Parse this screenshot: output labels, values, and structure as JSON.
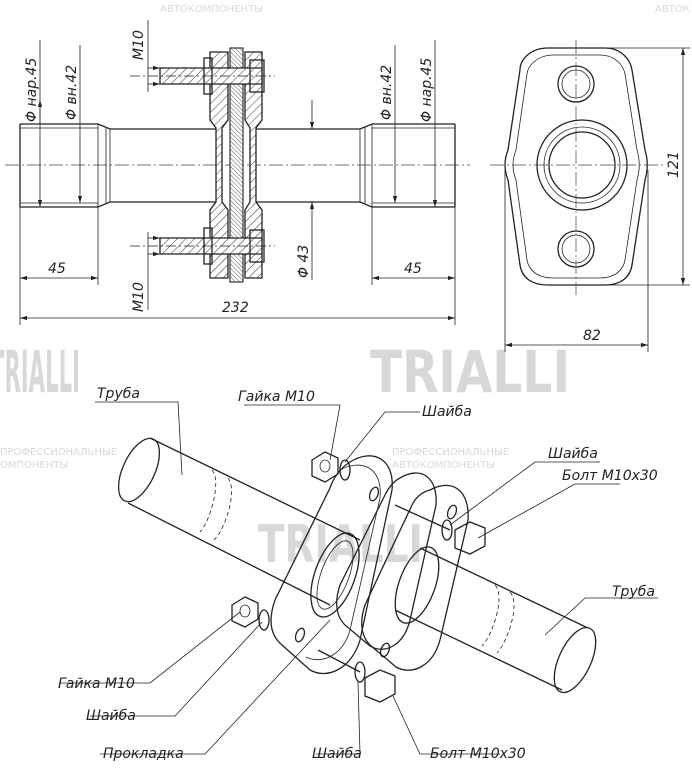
{
  "watermark": {
    "brand": "TRIALLI",
    "line1_top": "АВТОКОМПОНЕНТЫ",
    "line1_top_right": "АВТОК",
    "line_mid_left_1": "ПРОФЕССИОНАЛЬНЫЕ",
    "line_mid_left_2": "ОМПОНЕНТЫ",
    "line_mid_right_1": "ПРОФЕССИОНАЛЬНЫЕ",
    "line_mid_right_2": "АВТОКОМПОНЕНТЫ"
  },
  "dimensions": {
    "outer_d_left": "Φ нар.45",
    "inner_d_left": "Φ вн.42",
    "inner_d_right": "Φ вн.42",
    "outer_d_right": "Φ нар.45",
    "thread_top": "M10",
    "thread_bottom": "M10",
    "center_d": "Φ 43",
    "left_len": "45",
    "right_len": "45",
    "total_len": "232",
    "flange_height": "121",
    "flange_width": "82"
  },
  "labels": {
    "pipe_left": "Труба",
    "nut_top": "Гайка M10",
    "washer_top": "Шайба",
    "washer_right": "Шайба",
    "bolt_right": "Болт M10x30",
    "pipe_right": "Труба",
    "nut_left": "Гайка M10",
    "washer_left": "Шайба",
    "gasket": "Прокладка",
    "washer_bottom": "Шайба",
    "bolt_bottom": "Болт M10x30"
  }
}
